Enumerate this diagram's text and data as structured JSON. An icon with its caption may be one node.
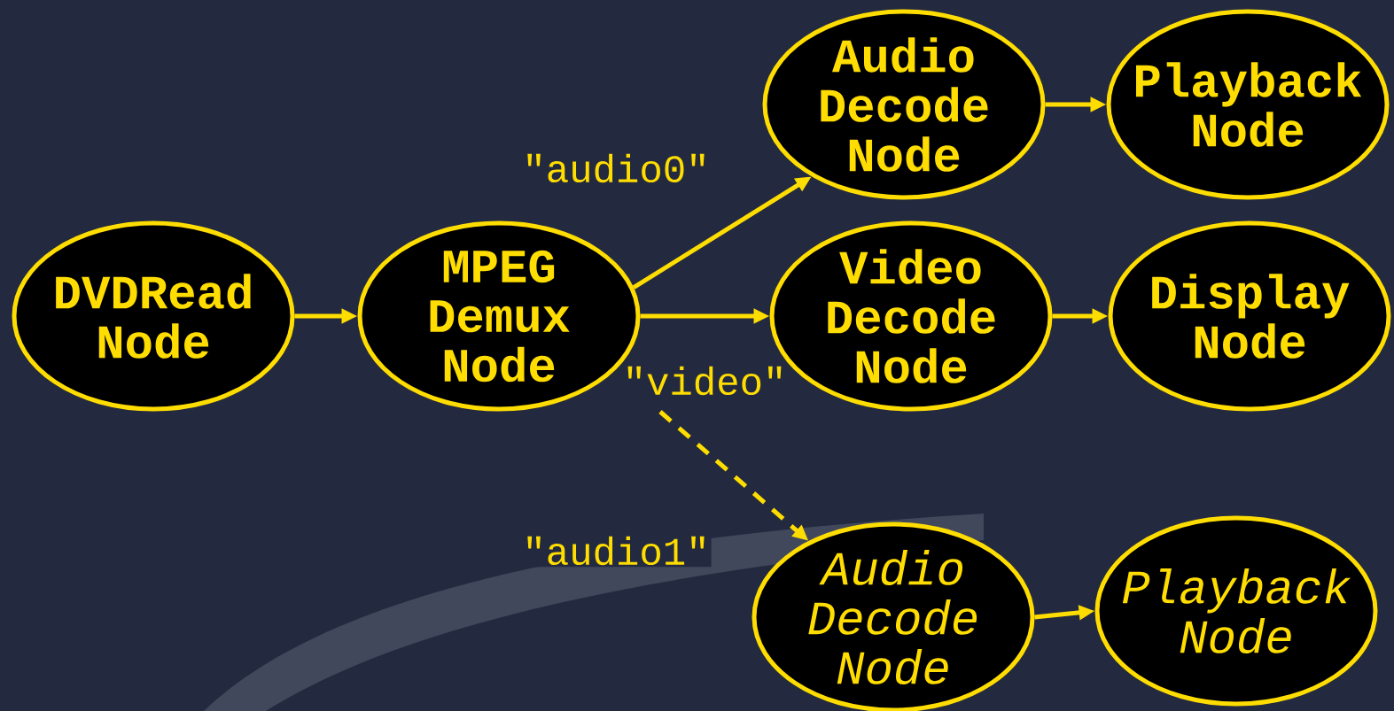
{
  "diagram": {
    "nodes": [
      {
        "text": [
          "DVDRead Node"
        ]
      },
      {
        "text": [
          "MPEG Demux Node"
        ]
      },
      {
        "text": [
          "Audio Decode Node"
        ]
      },
      {
        "text": [
          "Playback Node"
        ]
      },
      {
        "text": [
          "Video Decode Node"
        ]
      },
      {
        "text": [
          "Display Node"
        ]
      },
      {
        "text": [
          "Audio Decode Node"
        ]
      },
      {
        "text": [
          "Playback Node"
        ]
      }
    ],
    "edges": [
      {
        "from": 0,
        "to": 1,
        "arrow": "to"
      },
      {
        "from": 1,
        "to": 2,
        "arrow": "to",
        "label": "\"audio0\""
      },
      {
        "from": 1,
        "to": 4,
        "arrow": "to",
        "label": "\"video\""
      },
      {
        "from": 2,
        "to": 3,
        "arrow": "to"
      },
      {
        "from": 4,
        "to": 5,
        "arrow": "to"
      },
      {
        "from": null,
        "to": 6,
        "arrow": "to",
        "label": "\"audio1\"",
        "style": "dashed"
      },
      {
        "from": 6,
        "to": 7,
        "arrow": "to"
      }
    ]
  }
}
